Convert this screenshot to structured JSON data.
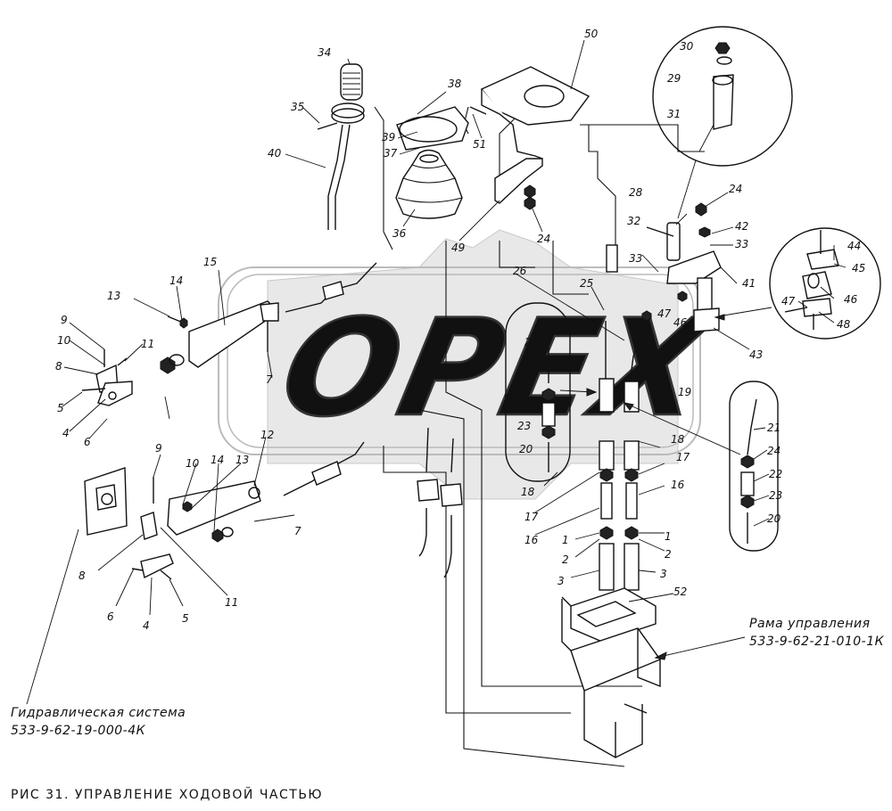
{
  "figure": {
    "caption": "РИС 31. УПРАВЛЕНИЕ ХОДОВОЙ ЧАСТЬЮ",
    "watermark": "OPEX",
    "notes": {
      "hydraulic_line1": "Гидравлическая система",
      "hydraulic_line2": "533-9-62-19-000-4К",
      "frame_line1": "Рама управления",
      "frame_line2": "533-9-62-21-010-1К"
    }
  },
  "callouts": [
    "34",
    "35",
    "40",
    "38",
    "39",
    "37",
    "36",
    "50",
    "51",
    "49",
    "24",
    "30",
    "29",
    "31",
    "28",
    "32",
    "42",
    "33",
    "44",
    "45",
    "41",
    "46",
    "47",
    "48",
    "43",
    "26",
    "25",
    "15",
    "14",
    "13",
    "9",
    "10",
    "11",
    "8",
    "5",
    "4",
    "6",
    "7",
    "27",
    "22",
    "23",
    "20",
    "19",
    "18",
    "17",
    "16",
    "1",
    "2",
    "3",
    "21",
    "12",
    "52"
  ]
}
